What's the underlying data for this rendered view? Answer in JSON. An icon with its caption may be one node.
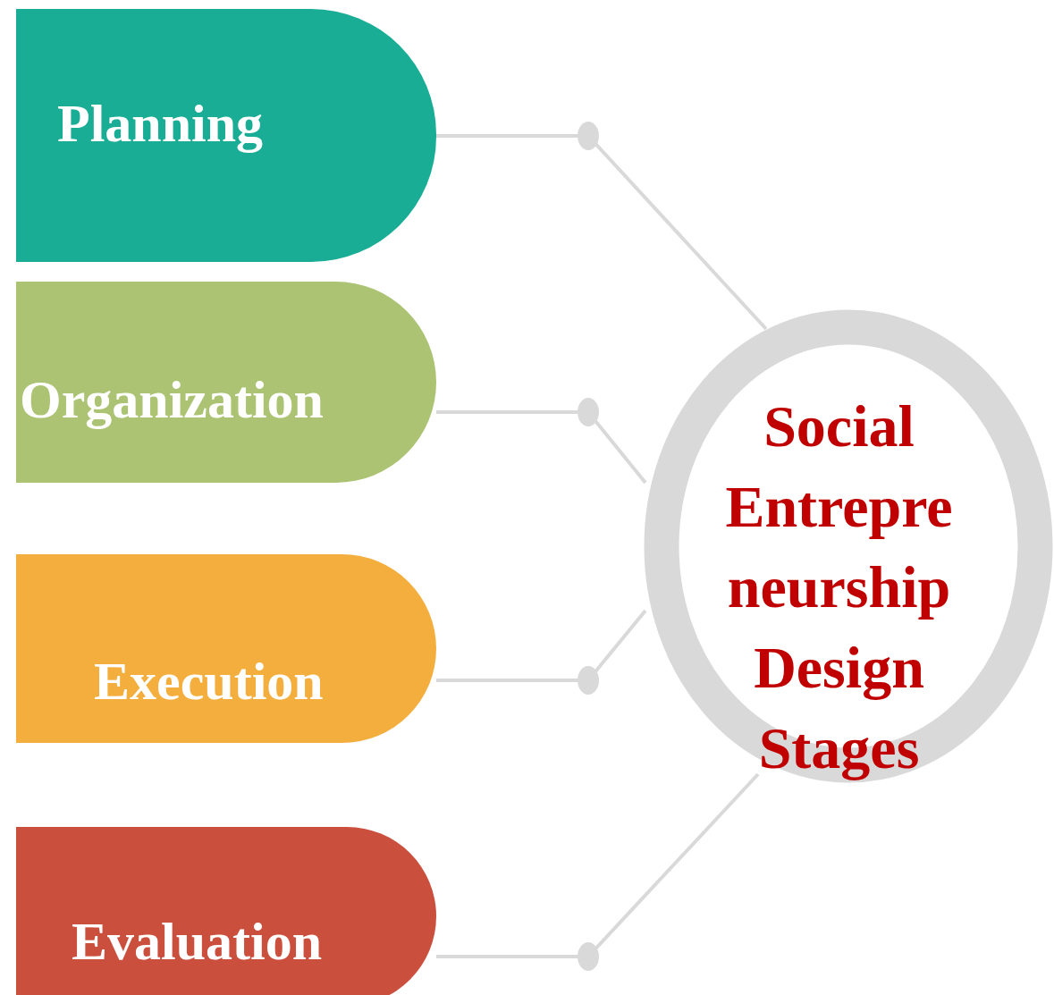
{
  "diagram": {
    "nodes": [
      {
        "text": [
          "Planning"
        ]
      },
      {
        "text": [
          "Organization"
        ]
      },
      {
        "text": [
          "Execution"
        ]
      },
      {
        "text": [
          "Evaluation"
        ]
      },
      {
        "text": [
          "Social Entrepreneurship Design Stages"
        ]
      }
    ],
    "edges": [
      {
        "from": 0,
        "to": 4,
        "arrow": "none"
      },
      {
        "from": 1,
        "to": 4,
        "arrow": "none"
      },
      {
        "from": 2,
        "to": 4,
        "arrow": "none"
      },
      {
        "from": 3,
        "to": 4,
        "arrow": "none"
      }
    ]
  }
}
